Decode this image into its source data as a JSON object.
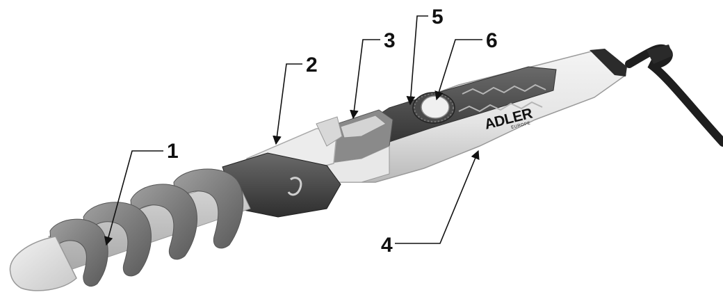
{
  "diagram": {
    "brand": "ADLER",
    "brand_sub": "EUROPE",
    "callouts": [
      {
        "id": "1",
        "label": "1"
      },
      {
        "id": "2",
        "label": "2"
      },
      {
        "id": "3",
        "label": "3"
      },
      {
        "id": "4",
        "label": "4"
      },
      {
        "id": "5",
        "label": "5"
      },
      {
        "id": "6",
        "label": "6"
      }
    ]
  }
}
